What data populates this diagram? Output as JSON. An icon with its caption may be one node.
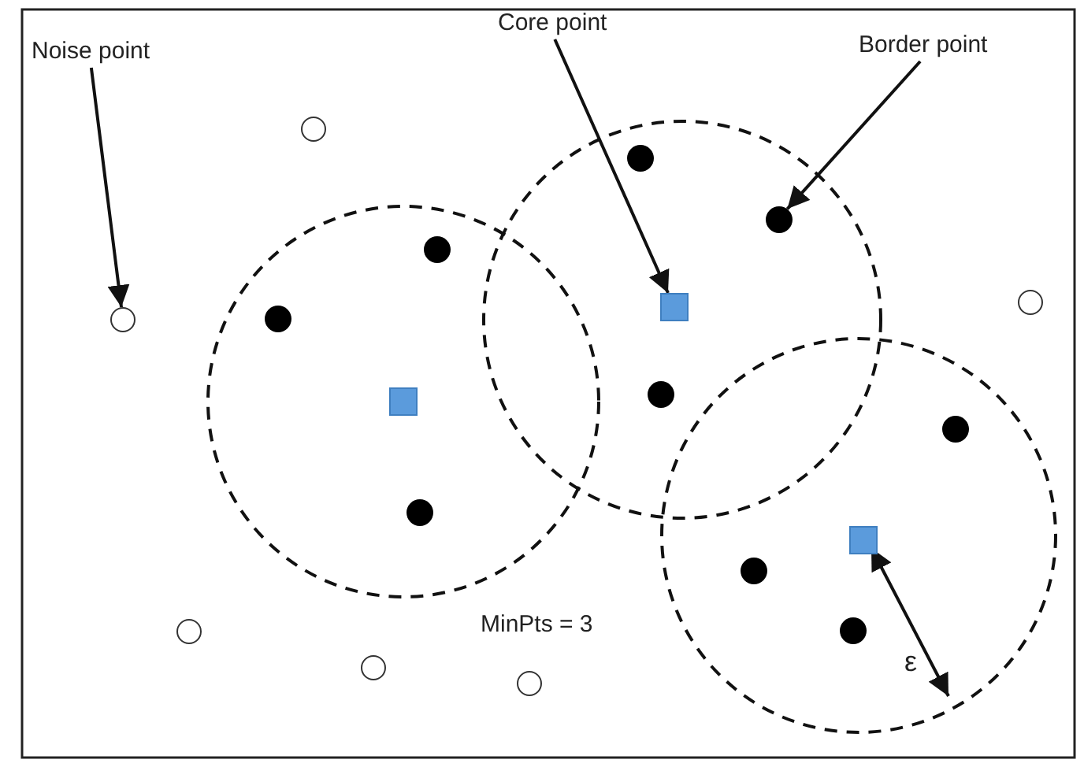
{
  "diagram": {
    "nodes": [
      {
        "text": [
          "Noise point"
        ]
      },
      {
        "text": [
          "Core point"
        ]
      },
      {
        "text": [
          "Border point"
        ]
      },
      {
        "text": [],
        "shape": "circle"
      },
      {
        "text": [],
        "shape": "circle"
      },
      {
        "text": [],
        "shape": "dot"
      },
      {
        "text": [],
        "shape": "circle"
      },
      {
        "text": [],
        "shape": "circle"
      },
      {
        "text": [],
        "shape": "box"
      },
      {
        "text": [],
        "shape": "dot"
      },
      {
        "text": [],
        "shape": "dot"
      },
      {
        "text": [],
        "shape": "circle"
      },
      {
        "text": [],
        "shape": "dot"
      },
      {
        "text": [],
        "shape": "dot"
      },
      {
        "text": [],
        "shape": "box"
      },
      {
        "text": [],
        "shape": "dot"
      },
      {
        "text": [],
        "shape": "dot"
      },
      {
        "text": [],
        "shape": "dot"
      },
      {
        "text": [],
        "shape": "box"
      },
      {
        "text": [],
        "shape": "dot"
      },
      {
        "text": [],
        "shape": "circle"
      }
    ],
    "edges": [
      {
        "from": 0,
        "to": 3,
        "arrow": "to"
      },
      {
        "from": 1,
        "to": 14,
        "arrow": "to"
      },
      {
        "from": 2,
        "to": 16,
        "arrow": "to"
      }
    ],
    "labels": [
      "MinPts = 3",
      "ε"
    ]
  }
}
